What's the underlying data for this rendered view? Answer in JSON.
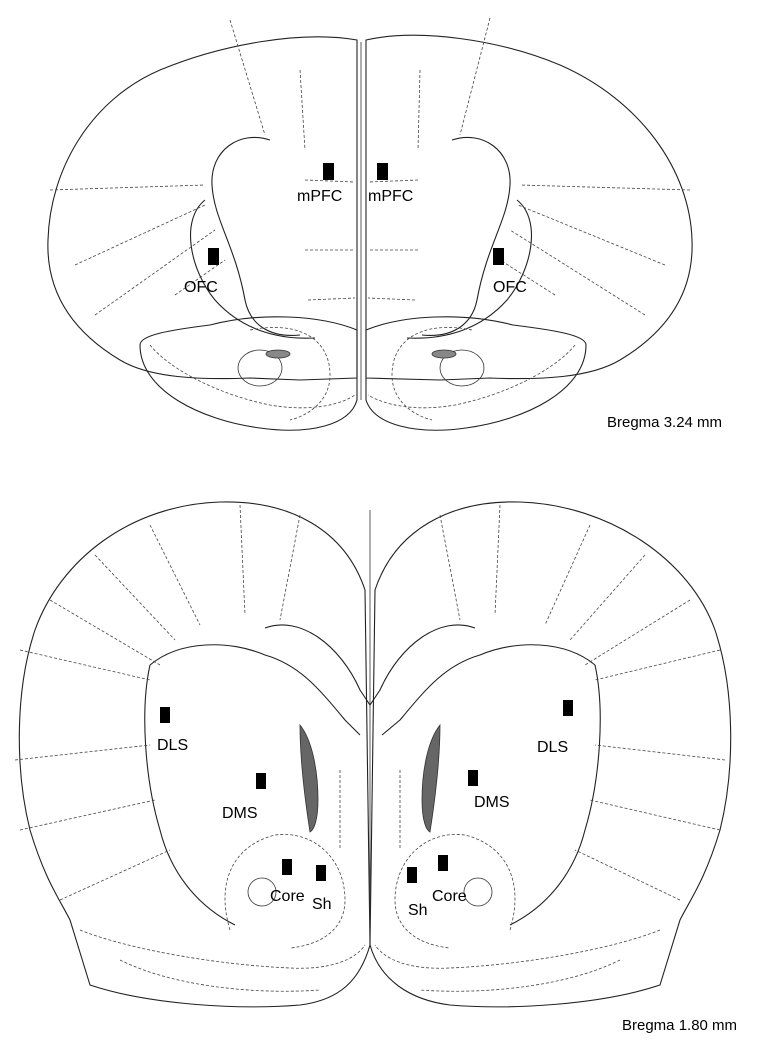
{
  "sections": [
    {
      "bregma": "Bregma 3.24 mm",
      "regions": [
        {
          "label": "mPFC"
        },
        {
          "label": "mPFC"
        },
        {
          "label": "OFC"
        },
        {
          "label": "OFC"
        }
      ]
    },
    {
      "bregma": "Bregma 1.80 mm",
      "regions": [
        {
          "label": "DLS"
        },
        {
          "label": "DLS"
        },
        {
          "label": "DMS"
        },
        {
          "label": "DMS"
        },
        {
          "label": "Core"
        },
        {
          "label": "Core"
        },
        {
          "label": "Sh"
        },
        {
          "label": "Sh"
        }
      ]
    }
  ],
  "colors": {
    "outline": "#222222",
    "marker": "#000000",
    "ventricle": "#666666",
    "background": "#ffffff"
  }
}
